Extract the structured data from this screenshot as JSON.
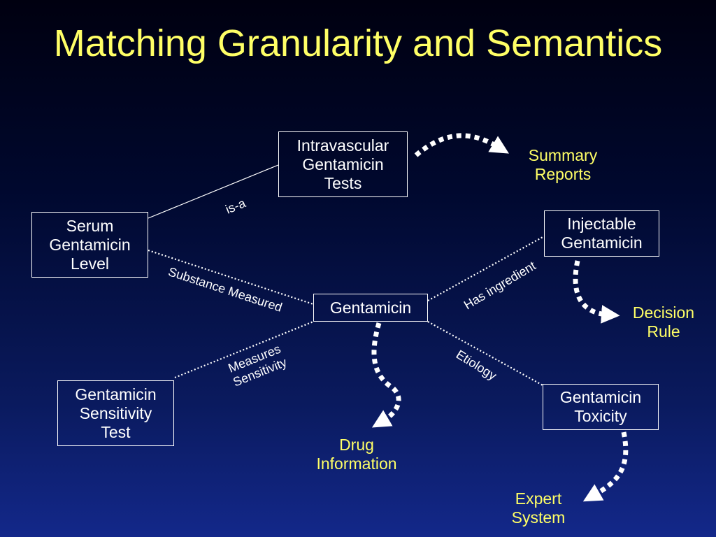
{
  "title": "Matching Granularity and Semantics",
  "nodes": {
    "intravascular": "Intravascular\nGentamicin\nTests",
    "serum": "Serum\nGentamicin\nLevel",
    "gentamicin": "Gentamicin",
    "injectable": "Injectable\nGentamicin",
    "sensitivity_test": "Gentamicin\nSensitivity\nTest",
    "toxicity": "Gentamicin\nToxicity"
  },
  "edge_labels": {
    "is_a": "is-a",
    "substance_measured": "Substance Measured",
    "has_ingredient": "Has ingredient",
    "measures_sensitivity": "Measures\nSensitivity",
    "etiology": "Etiology"
  },
  "targets": {
    "summary_reports": "Summary\nReports",
    "decision_rule": "Decision\nRule",
    "drug_information": "Drug\nInformation",
    "expert_system": "Expert\nSystem"
  },
  "colors": {
    "title": "#ffff66",
    "target_text": "#ffff66",
    "node_text": "#ffffff",
    "arrows": "#ffffff"
  }
}
